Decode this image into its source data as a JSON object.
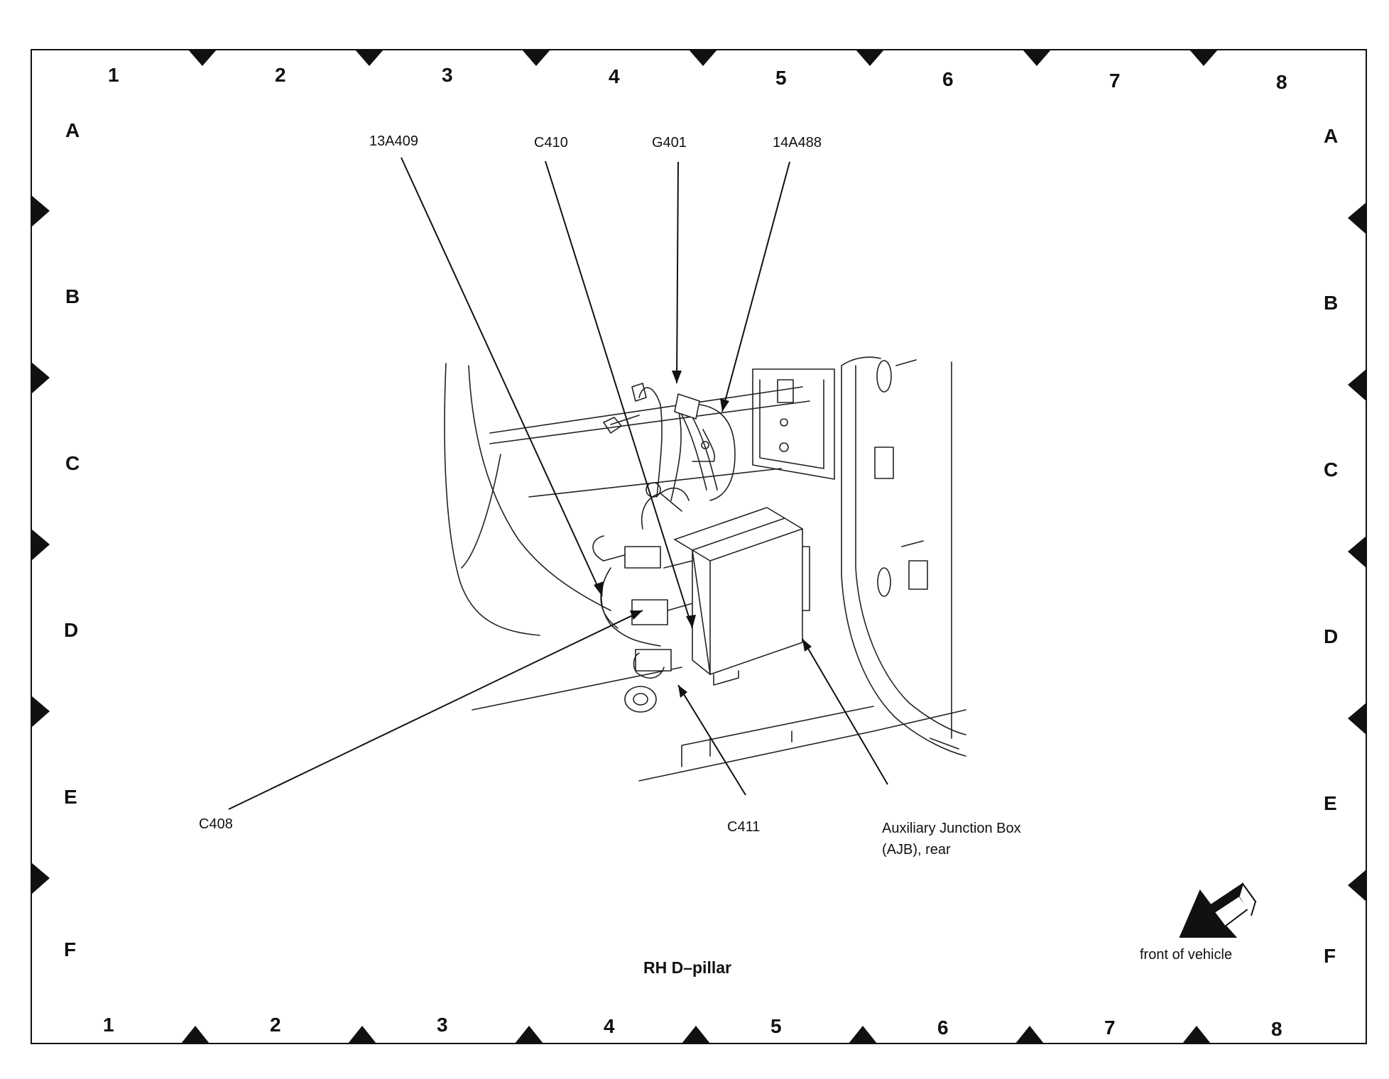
{
  "grid": {
    "columns": [
      "1",
      "2",
      "3",
      "4",
      "5",
      "6",
      "7",
      "8"
    ],
    "rows": [
      "A",
      "B",
      "C",
      "D",
      "E",
      "F"
    ]
  },
  "callouts": {
    "c13A409": "13A409",
    "c410": "C410",
    "g401": "G401",
    "c14A488": "14A488",
    "c408": "C408",
    "c411": "C411",
    "ajb": "Auxiliary Junction Box (AJB), rear"
  },
  "title": "RH D–pillar",
  "front_of_vehicle": "front of vehicle"
}
